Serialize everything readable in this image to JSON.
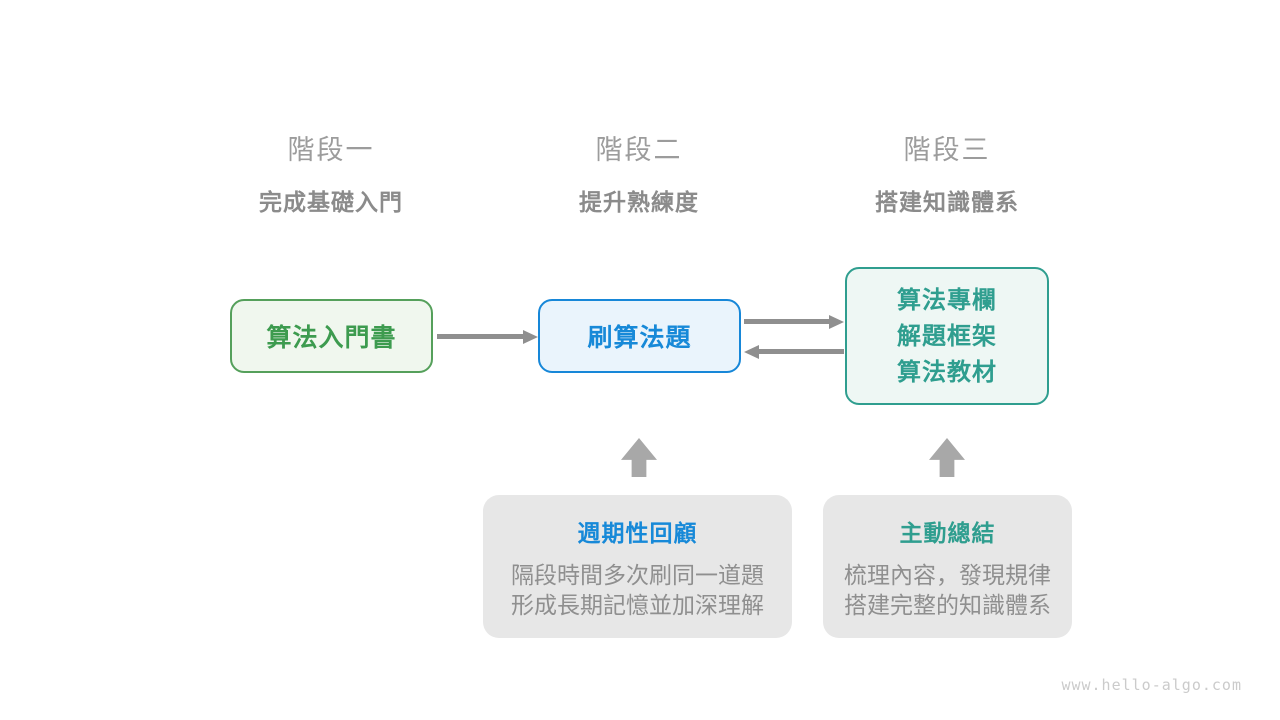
{
  "stages": [
    {
      "label": "階段一",
      "subtitle": "完成基礎入門"
    },
    {
      "label": "階段二",
      "subtitle": "提升熟練度"
    },
    {
      "label": "階段三",
      "subtitle": "搭建知識體系"
    }
  ],
  "boxes": {
    "intro_book": "算法入門書",
    "practice": "刷算法題",
    "resources": [
      "算法專欄",
      "解題框架",
      "算法教材"
    ]
  },
  "notes": {
    "review": {
      "title": "週期性回顧",
      "line1": "隔段時間多次刷同一道題",
      "line2": "形成長期記憶並加深理解"
    },
    "summary": {
      "title": "主動總結",
      "line1": "梳理內容，發現規律",
      "line2": "搭建完整的知識體系"
    }
  },
  "watermark": "www.hello-algo.com",
  "colors": {
    "green_text": "#3d9b4f",
    "green_border": "#55a05b",
    "green_bg": "#f0f7ee",
    "blue_text": "#1789d8",
    "blue_border": "#1787d8",
    "blue_bg": "#eaf4fc",
    "teal_text": "#2f9e8f",
    "teal_border": "#2f9e8f",
    "teal_bg": "#eef7f4",
    "note_bg": "#e7e7e7",
    "note_text": "#8f8f8f",
    "stage_label": "#9c9c9c",
    "stage_subtitle": "#8b8b8b",
    "arrow": "#8f8f8f",
    "block_arrow": "#a8a8a8",
    "watermark": "#cbcbcb"
  }
}
